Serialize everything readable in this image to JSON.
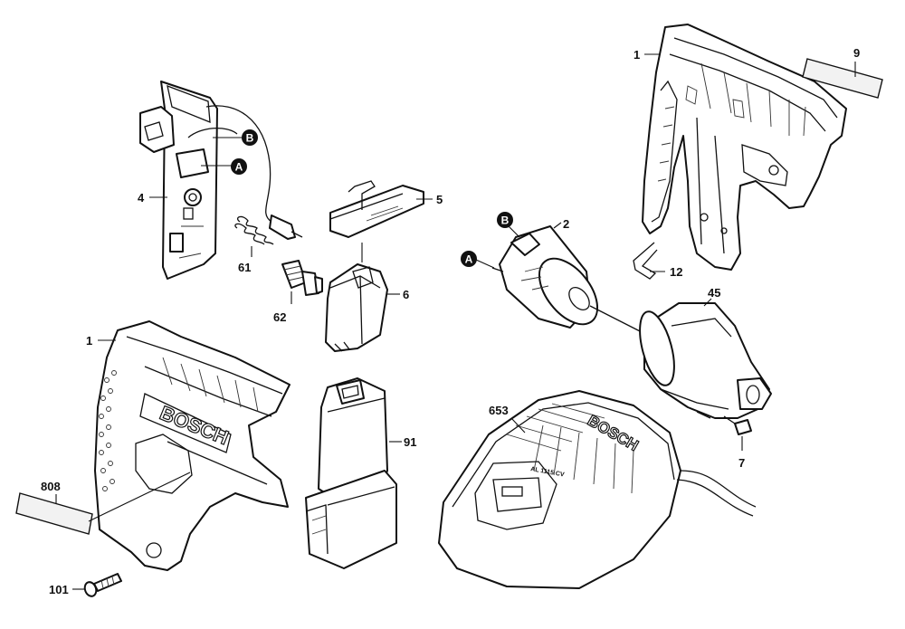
{
  "callouts": {
    "housing_right": "1",
    "label_9": "9",
    "switch": "4",
    "cover_5": "5",
    "spring_61": "61",
    "cap_62": "62",
    "button_6": "6",
    "motor": "2",
    "clip_12": "12",
    "gearbox": "45",
    "screw_7": "7",
    "housing_left": "1",
    "label_808": "808",
    "battery": "91",
    "charger": "653",
    "screw_101": "101"
  },
  "badges": {
    "b_switch": "B",
    "a_switch": "A",
    "b_motor": "B",
    "a_motor": "A"
  },
  "brand": {
    "housing": "BOSCH",
    "charger": "BOSCH",
    "charger_panel": "AL 1115 CV"
  }
}
